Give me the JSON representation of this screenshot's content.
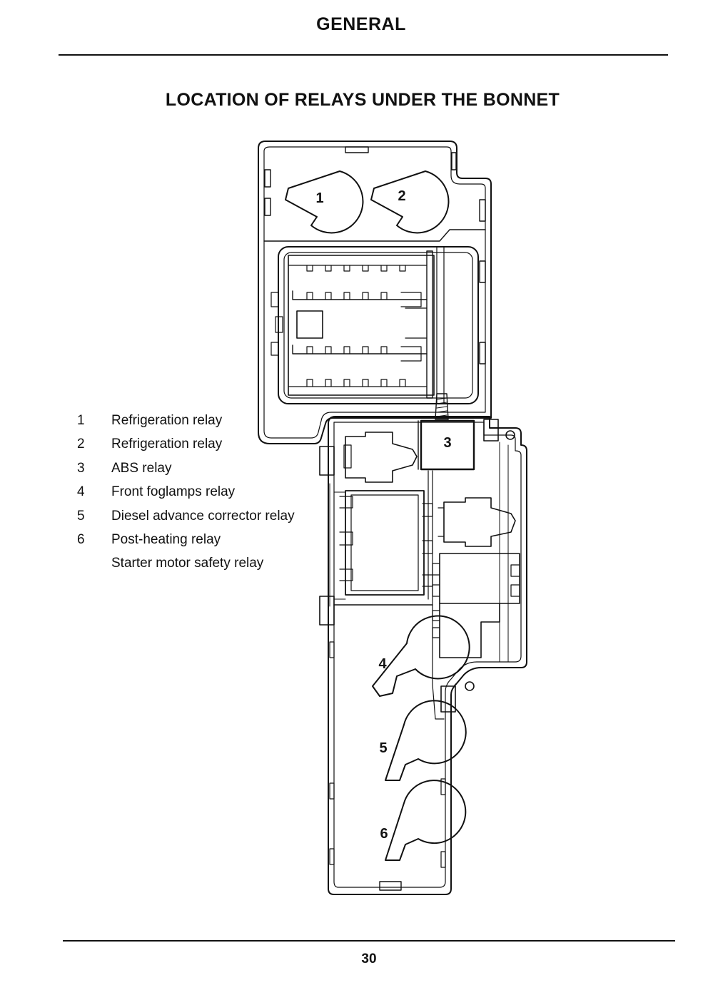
{
  "header": {
    "section": "GENERAL"
  },
  "title": "LOCATION OF RELAYS UNDER THE BONNET",
  "legend": {
    "items": [
      {
        "number": "1",
        "label": "Refrigeration relay"
      },
      {
        "number": "2",
        "label": "Refrigeration relay"
      },
      {
        "number": "3",
        "label": "ABS relay"
      },
      {
        "number": "4",
        "label": "Front foglamps relay"
      },
      {
        "number": "5",
        "label": "Diesel advance corrector relay"
      },
      {
        "number": "6",
        "label": "Post-heating relay"
      }
    ],
    "continuation": "Starter motor safety relay"
  },
  "diagram": {
    "relay_labels": [
      "1",
      "2",
      "3",
      "4",
      "5",
      "6"
    ]
  },
  "footer": {
    "page_number": "30"
  }
}
